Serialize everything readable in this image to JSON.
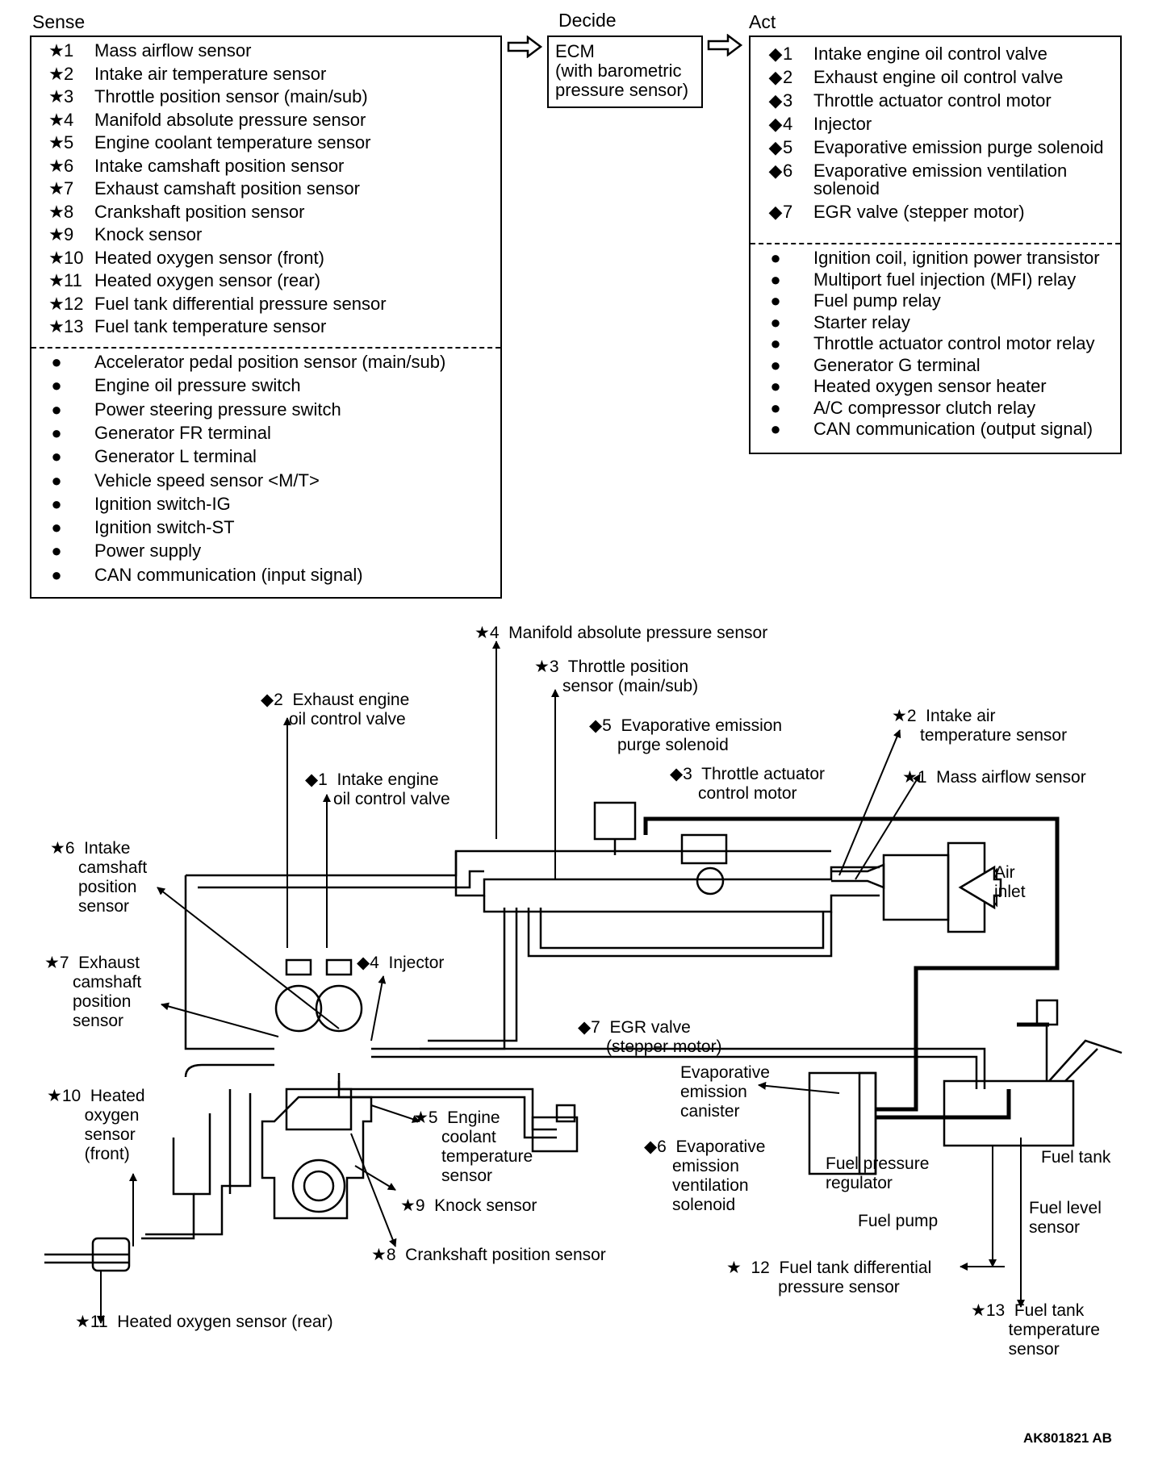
{
  "headers": {
    "sense": "Sense",
    "decide": "Decide",
    "act": "Act"
  },
  "ecm": {
    "line1": "ECM",
    "line2": "(with barometric",
    "line3": "pressure sensor)"
  },
  "sense_items": [
    {
      "marker": "★",
      "num": "1",
      "label": "Mass airflow sensor"
    },
    {
      "marker": "★",
      "num": "2",
      "label": "Intake air temperature sensor"
    },
    {
      "marker": "★",
      "num": "3",
      "label": "Throttle position sensor (main/sub)"
    },
    {
      "marker": "★",
      "num": "4",
      "label": "Manifold absolute pressure sensor"
    },
    {
      "marker": "★",
      "num": "5",
      "label": "Engine coolant temperature sensor"
    },
    {
      "marker": "★",
      "num": "6",
      "label": "Intake camshaft position sensor"
    },
    {
      "marker": "★",
      "num": "7",
      "label": "Exhaust camshaft position sensor"
    },
    {
      "marker": "★",
      "num": "8",
      "label": "Crankshaft position sensor"
    },
    {
      "marker": "★",
      "num": "9",
      "label": "Knock sensor"
    },
    {
      "marker": "★",
      "num": "10",
      "label": "Heated oxygen sensor (front)"
    },
    {
      "marker": "★",
      "num": "11",
      "label": "Heated oxygen sensor (rear)"
    },
    {
      "marker": "★",
      "num": "12",
      "label": "Fuel tank differential pressure sensor"
    },
    {
      "marker": "★",
      "num": "13",
      "label": "Fuel tank temperature sensor"
    }
  ],
  "sense_other": [
    {
      "marker": "●",
      "label": "Accelerator pedal position sensor (main/sub)"
    },
    {
      "marker": "●",
      "label": "Engine oil pressure switch"
    },
    {
      "marker": "●",
      "label": "Power steering pressure switch"
    },
    {
      "marker": "●",
      "label": "Generator FR terminal"
    },
    {
      "marker": "●",
      "label": "Generator L terminal"
    },
    {
      "marker": "●",
      "label": "Vehicle speed sensor <M/T>"
    },
    {
      "marker": "●",
      "label": "Ignition switch-IG"
    },
    {
      "marker": "●",
      "label": "Ignition switch-ST"
    },
    {
      "marker": "●",
      "label": "Power supply"
    },
    {
      "marker": "●",
      "label": "CAN communication (input signal)"
    }
  ],
  "act_items": [
    {
      "marker": "◆",
      "num": "1",
      "label": "Intake engine oil control valve"
    },
    {
      "marker": "◆",
      "num": "2",
      "label": "Exhaust engine oil control valve"
    },
    {
      "marker": "◆",
      "num": "3",
      "label": "Throttle actuator control motor"
    },
    {
      "marker": "◆",
      "num": "4",
      "label": "Injector"
    },
    {
      "marker": "◆",
      "num": "5",
      "label": "Evaporative emission purge solenoid"
    },
    {
      "marker": "◆",
      "num": "6",
      "label": "Evaporative emission ventilation",
      "label2": "solenoid"
    },
    {
      "marker": "◆",
      "num": "7",
      "label": "EGR valve (stepper motor)"
    }
  ],
  "act_other": [
    {
      "marker": "●",
      "label": "Ignition coil, ignition power transistor"
    },
    {
      "marker": "●",
      "label": "Multiport fuel injection (MFI) relay"
    },
    {
      "marker": "●",
      "label": "Fuel pump relay"
    },
    {
      "marker": "●",
      "label": "Starter relay"
    },
    {
      "marker": "●",
      "label": "Throttle actuator control motor relay"
    },
    {
      "marker": "●",
      "label": "Generator G terminal"
    },
    {
      "marker": "●",
      "label": "Heated oxygen sensor heater"
    },
    {
      "marker": "●",
      "label": "A/C compressor clutch relay"
    },
    {
      "marker": "●",
      "label": "CAN communication (output signal)"
    }
  ],
  "diagram_labels": {
    "map": "★4  Manifold absolute pressure sensor",
    "tps": "★3  Throttle position\n      sensor (main/sub)",
    "exh_ocv": "◆2  Exhaust engine\n      oil control valve",
    "purge": "◆5  Evaporative emission\n      purge solenoid",
    "iat": "★2  Intake air\n      temperature sensor",
    "thr_motor": "◆3  Throttle actuator\n      control motor",
    "maf": "★1  Mass airflow sensor",
    "int_ocv": "◆1  Intake engine\n      oil control valve",
    "int_cam": "★6  Intake\n      camshaft\n      position\n      sensor",
    "air_inlet": "Air\ninlet",
    "exh_cam": "★7  Exhaust\n      camshaft\n      position\n      sensor",
    "injector": "◆4  Injector",
    "egr": "◆7  EGR valve\n      (stepper motor)",
    "canister": "Evaporative\nemission\ncanister",
    "ho2_front": "★10  Heated\n        oxygen\n        sensor\n        (front)",
    "ect": "★5  Engine\n      coolant\n      temperature\n      sensor",
    "vent": "◆6  Evaporative\n      emission\n      ventilation\n      solenoid",
    "fpr": "Fuel pressure\nregulator",
    "fuel_tank": "Fuel tank",
    "knock": "★9  Knock sensor",
    "fuel_level": "Fuel level\nsensor",
    "fuel_pump": "Fuel pump",
    "crank": "★8  Crankshaft position sensor",
    "ftdp": "★  12  Fuel tank differential\n           pressure sensor",
    "ho2_rear": "★11  Heated oxygen sensor (rear)",
    "ftt": "★13  Fuel tank\n        temperature\n        sensor"
  },
  "figure_code": "AK801821 AB"
}
